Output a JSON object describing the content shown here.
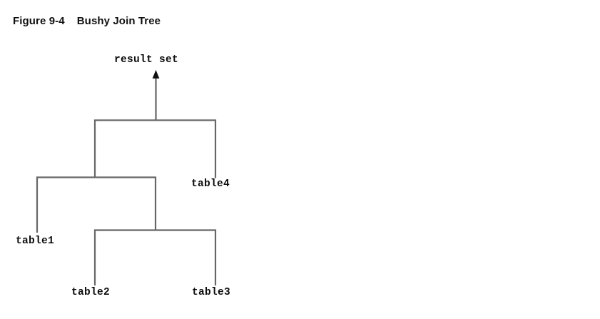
{
  "figure": {
    "title": "Figure 9-4    Bushy Join Tree",
    "caption_number": "Figure 9-4",
    "caption_text": "Bushy Join Tree"
  },
  "diagram": {
    "type": "bushy-join-tree",
    "root_label": "result set",
    "leaves": [
      {
        "id": "table1",
        "label": "table1"
      },
      {
        "id": "table2",
        "label": "table2"
      },
      {
        "id": "table3",
        "label": "table3"
      },
      {
        "id": "table4",
        "label": "table4"
      }
    ],
    "joins": [
      {
        "id": "join-top",
        "inputs": [
          "join-mid",
          "table4"
        ],
        "output": "result set"
      },
      {
        "id": "join-mid",
        "inputs": [
          "table1",
          "join-bottom"
        ],
        "output": "join-top"
      },
      {
        "id": "join-bottom",
        "inputs": [
          "table2",
          "table3"
        ],
        "output": "join-mid"
      }
    ],
    "colors": {
      "background": "#ffffff",
      "line": "#666666",
      "text": "#0d0d0d",
      "title": "#101010"
    }
  }
}
